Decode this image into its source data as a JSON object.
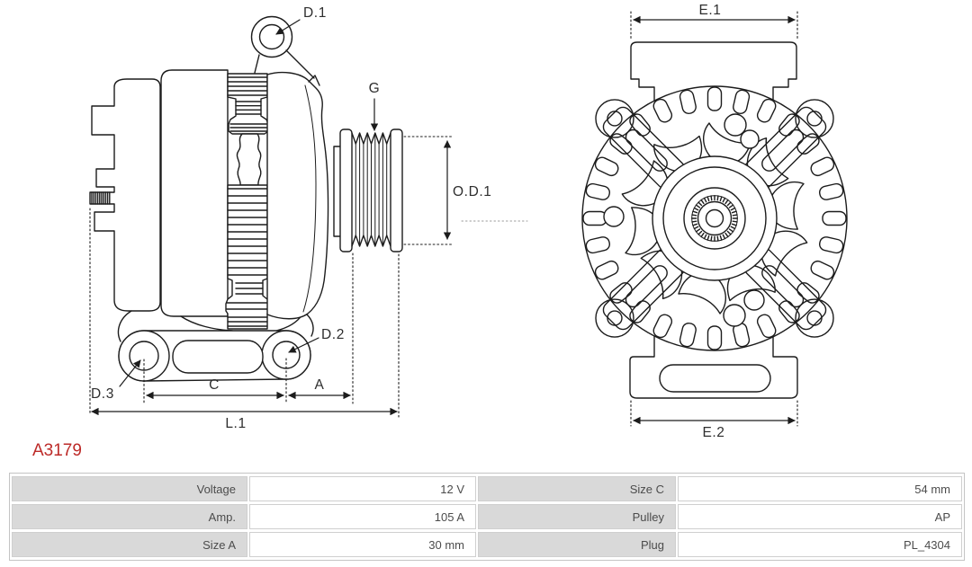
{
  "part": {
    "number": "A3179"
  },
  "diagram": {
    "side_view_labels": {
      "d1": "D.1",
      "g": "G",
      "od1": "O.D.1",
      "d2": "D.2",
      "d3": "D.3",
      "c": "C",
      "a": "A",
      "l1": "L.1"
    },
    "front_view_labels": {
      "e1": "E.1",
      "e2": "E.2"
    }
  },
  "spec_table": {
    "rows": [
      {
        "label1": "Voltage",
        "value1": "12 V",
        "label2": "Size C",
        "value2": "54 mm"
      },
      {
        "label1": "Amp.",
        "value1": "105 A",
        "label2": "Pulley",
        "value2": "AP"
      },
      {
        "label1": "Size A",
        "value1": "30 mm",
        "label2": "Plug",
        "value2": "PL_4304"
      }
    ]
  },
  "colors": {
    "part_number_red": "#bd2b29",
    "line_art": "#1c1c1c",
    "table_label_bg": "#d9d9d9",
    "table_border": "#c9c9c9",
    "table_text": "#4c4c4c"
  }
}
